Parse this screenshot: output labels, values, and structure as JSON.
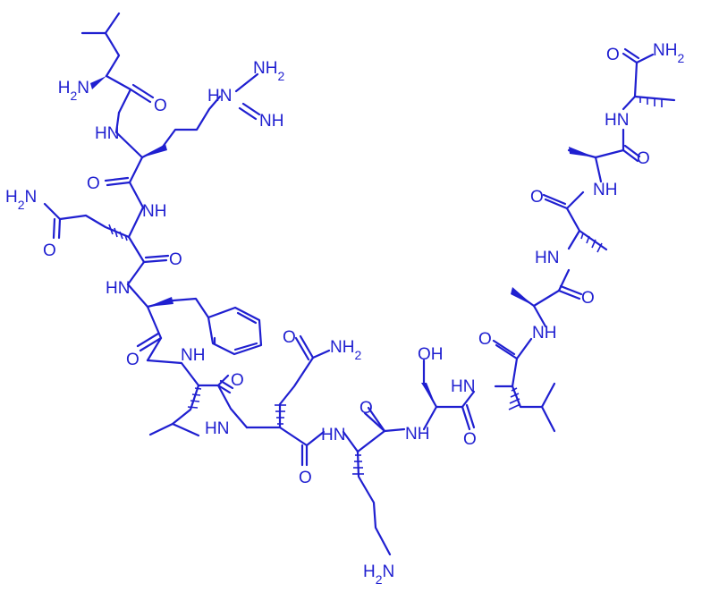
{
  "colors": {
    "structure": "#1f1fd0",
    "background": "#ffffff"
  },
  "atom_labels": {
    "leu1_amine": "H2N",
    "leu1_carbonyl_o": "O",
    "arg_nh": "HN",
    "arg_guan_nh": "HN",
    "arg_guan_nh2": "NH2",
    "arg_guan_imine": "NH",
    "arg_carbonyl_o": "O",
    "gln1_nh": "NH",
    "gln1_side_nh2": "H2N",
    "gln1_side_o": "O",
    "gln1_carbonyl_o": "O",
    "phe_nh": "HN",
    "phe_carbonyl_o": "O",
    "leu2_nh": "NH",
    "leu2_carbonyl_o": "O",
    "gln2_nh": "HN",
    "gln2_side_o": "O",
    "gln2_side_nh2": "NH2",
    "gln2_carbonyl_o": "O",
    "lys_nh": "HN",
    "lys_side_nh2": "H2N",
    "lys_carbonyl_o": "O",
    "ser_nh": "NH",
    "ser_oh": "OH",
    "ser_carbonyl_o": "O",
    "leu3_nh": "HN",
    "leu3_carbonyl_o": "O",
    "ala1_nh": "NH",
    "ala1_carbonyl_o": "O",
    "ala2_nh": "HN",
    "ala2_carbonyl_o": "O",
    "ala3_nh": "NH",
    "ala3_carbonyl_o": "O",
    "ala4_nh": "HN",
    "cterm_o": "O",
    "cterm_nh2": "NH2"
  }
}
